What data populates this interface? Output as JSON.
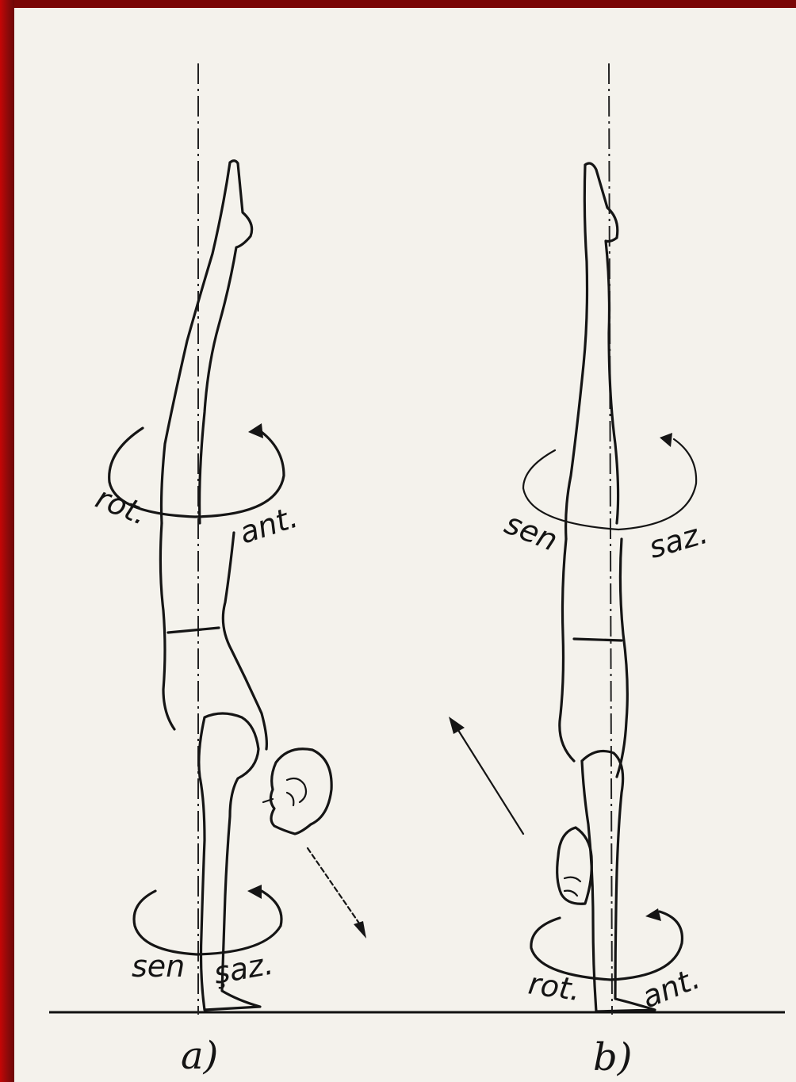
{
  "figure_a": {
    "caption": "a)",
    "upper_rotation": {
      "left_label": "rot.",
      "right_label": "ant."
    },
    "lower_rotation": {
      "left_label": "sen",
      "right_label": "şaz."
    }
  },
  "figure_b": {
    "caption": "b)",
    "upper_rotation": {
      "left_label": "sen",
      "right_label": "saz."
    },
    "lower_rotation": {
      "left_label": "rot.",
      "right_label": "ant."
    }
  },
  "colors": {
    "frame": "#a50d0d",
    "paper": "#f4f2ec",
    "ink": "#151515"
  }
}
